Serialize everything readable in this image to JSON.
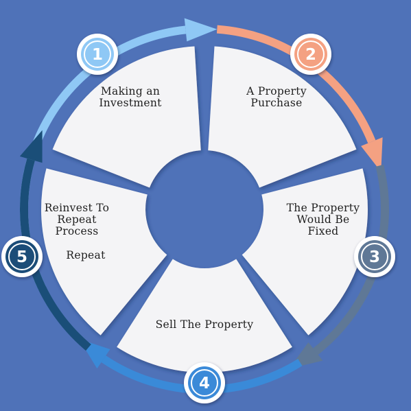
{
  "steps": [
    {
      "number": "1",
      "lines": [
        "Making an",
        "Investment"
      ],
      "color": "#8fc8f5"
    },
    {
      "number": "2",
      "lines": [
        "A Property",
        "Purchase"
      ],
      "color": "#f4a182"
    },
    {
      "number": "3",
      "lines": [
        "The Property",
        "Would Be",
        "Fixed"
      ],
      "color": "#5f7896"
    },
    {
      "number": "4",
      "lines": [
        "Sell The Property"
      ],
      "color": "#3a8ad8"
    },
    {
      "number": "5",
      "lines": [
        "Reinvest To",
        "Repeat",
        "Process"
      ],
      "extra": "Repeat",
      "color": "#1a4e78"
    }
  ],
  "colors": {
    "background": "#4f72b8",
    "segment": "#f4f4f6"
  }
}
